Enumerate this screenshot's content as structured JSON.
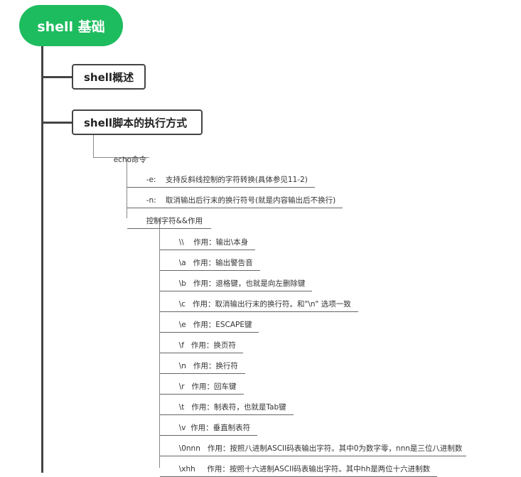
{
  "root": {
    "label": "shell 基础"
  },
  "topics": [
    {
      "label": "shell概述"
    },
    {
      "label": "shell脚本的执行方式"
    }
  ],
  "echo": {
    "label": "echo命令"
  },
  "echo_options": [
    {
      "label": "-e:    支持反斜线控制的字符转换(具体参见11-2)"
    },
    {
      "label": "-n:    取消输出后行末的换行符号(就是内容输出后不换行)"
    },
    {
      "label": "控制字符&&作用"
    }
  ],
  "control_chars": [
    {
      "label": "\\\\    作用：输出\\本身"
    },
    {
      "label": "\\a   作用：输出警告音"
    },
    {
      "label": "\\b   作用：退格键，也就是向左删除键"
    },
    {
      "label": "\\c   作用：取消输出行末的换行符。和\"\\n\" 选项一致"
    },
    {
      "label": "\\e   作用：ESCAPE键"
    },
    {
      "label": "\\f   作用：换页符"
    },
    {
      "label": "\\n   作用：换行符"
    },
    {
      "label": "\\r   作用：回车键"
    },
    {
      "label": "\\t   作用：制表符，也就是Tab键"
    },
    {
      "label": "\\v  作用：垂直制表符"
    },
    {
      "label": "\\0nnn   作用：按照八进制ASCII码表输出字符。其中0为数字零，nnn是三位八进制数"
    },
    {
      "label": "\\xhh     作用：按照十六进制ASCII码表输出字符。其中hh是两位十六进制数"
    }
  ]
}
